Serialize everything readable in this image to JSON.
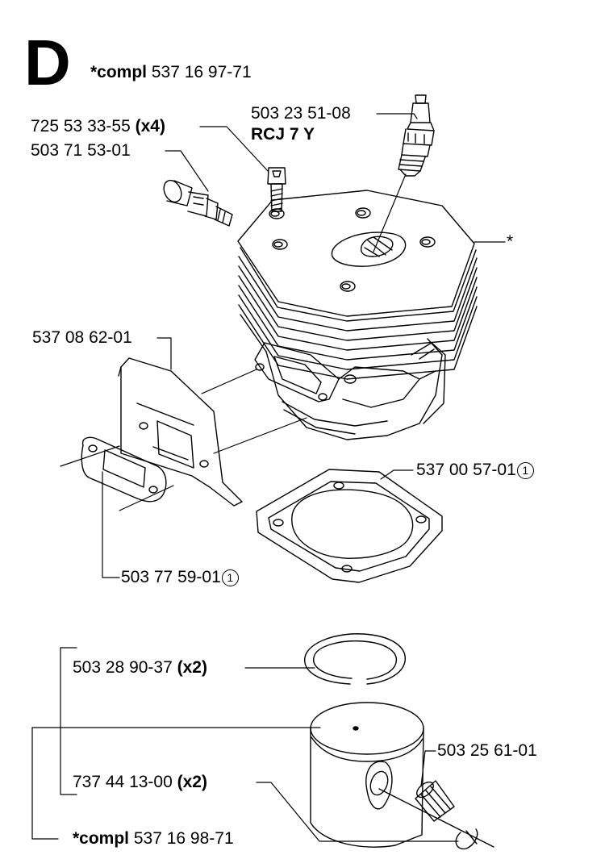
{
  "section_letter": "D",
  "header": {
    "compl_prefix": "*compl",
    "part_no": "537 16 97-71"
  },
  "labels": {
    "spark_plug": {
      "part_no": "503 23 51-08",
      "type": "RCJ 7 Y"
    },
    "screw": {
      "part_no": "725 53 33-55",
      "qty": "(x4)"
    },
    "decomp_valve": {
      "part_no": "503 71 53-01"
    },
    "cylinder": {
      "marker": "*"
    },
    "muffler_plate": {
      "part_no": "537 08 62-01"
    },
    "cylinder_gasket": {
      "part_no": "537 00 57-01",
      "note": "1"
    },
    "muffler_gasket": {
      "part_no": "503 77 59-01",
      "note": "1"
    },
    "piston_ring": {
      "part_no": "503 28 90-37",
      "qty": "(x2)"
    },
    "needle_bearing": {
      "part_no": "503 25 61-01"
    },
    "circlip": {
      "part_no": "737 44 13-00",
      "qty": "(x2)"
    },
    "piston_compl": {
      "compl_prefix": "*compl",
      "part_no": "537 16 98-71"
    }
  }
}
